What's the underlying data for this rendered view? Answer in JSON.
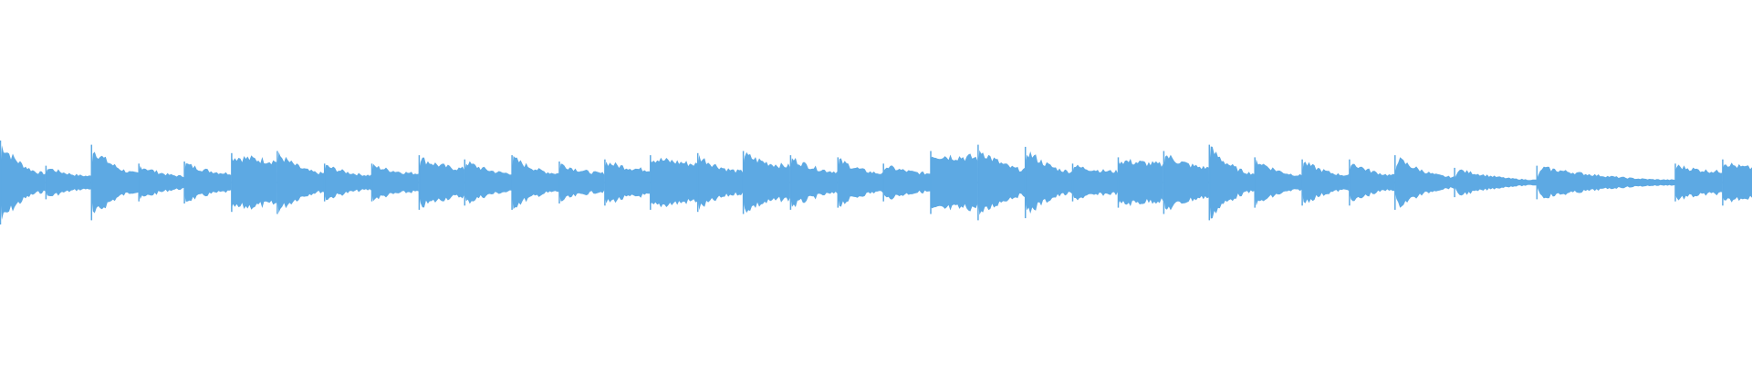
{
  "waveform": {
    "color": "#5DA9E3",
    "background": "#FFFFFF",
    "duration_fraction_shown": 1.0,
    "segments": [
      {
        "start": 0.0,
        "end": 0.026,
        "peak": 0.4,
        "tail": 0.1,
        "shape": "decay"
      },
      {
        "start": 0.026,
        "end": 0.052,
        "peak": 0.16,
        "tail": 0.07,
        "shape": "decay"
      },
      {
        "start": 0.052,
        "end": 0.079,
        "peak": 0.36,
        "tail": 0.1,
        "shape": "decay"
      },
      {
        "start": 0.079,
        "end": 0.105,
        "peak": 0.18,
        "tail": 0.07,
        "shape": "decay"
      },
      {
        "start": 0.105,
        "end": 0.132,
        "peak": 0.2,
        "tail": 0.1,
        "shape": "decay"
      },
      {
        "start": 0.132,
        "end": 0.158,
        "peak": 0.28,
        "tail": 0.22,
        "shape": "dense"
      },
      {
        "start": 0.158,
        "end": 0.185,
        "peak": 0.3,
        "tail": 0.1,
        "shape": "decay"
      },
      {
        "start": 0.185,
        "end": 0.212,
        "peak": 0.18,
        "tail": 0.08,
        "shape": "decay"
      },
      {
        "start": 0.212,
        "end": 0.239,
        "peak": 0.18,
        "tail": 0.1,
        "shape": "decay"
      },
      {
        "start": 0.239,
        "end": 0.265,
        "peak": 0.26,
        "tail": 0.15,
        "shape": "decay"
      },
      {
        "start": 0.265,
        "end": 0.292,
        "peak": 0.22,
        "tail": 0.1,
        "shape": "decay"
      },
      {
        "start": 0.292,
        "end": 0.319,
        "peak": 0.26,
        "tail": 0.1,
        "shape": "decay"
      },
      {
        "start": 0.319,
        "end": 0.345,
        "peak": 0.2,
        "tail": 0.1,
        "shape": "decay"
      },
      {
        "start": 0.345,
        "end": 0.371,
        "peak": 0.22,
        "tail": 0.14,
        "shape": "decay"
      },
      {
        "start": 0.371,
        "end": 0.398,
        "peak": 0.26,
        "tail": 0.18,
        "shape": "dense"
      },
      {
        "start": 0.398,
        "end": 0.424,
        "peak": 0.28,
        "tail": 0.12,
        "shape": "decay"
      },
      {
        "start": 0.424,
        "end": 0.451,
        "peak": 0.3,
        "tail": 0.18,
        "shape": "decay"
      },
      {
        "start": 0.451,
        "end": 0.478,
        "peak": 0.26,
        "tail": 0.12,
        "shape": "decay"
      },
      {
        "start": 0.478,
        "end": 0.504,
        "peak": 0.24,
        "tail": 0.1,
        "shape": "decay"
      },
      {
        "start": 0.504,
        "end": 0.531,
        "peak": 0.18,
        "tail": 0.1,
        "shape": "decay"
      },
      {
        "start": 0.531,
        "end": 0.558,
        "peak": 0.3,
        "tail": 0.26,
        "shape": "dense"
      },
      {
        "start": 0.558,
        "end": 0.585,
        "peak": 0.36,
        "tail": 0.14,
        "shape": "decay"
      },
      {
        "start": 0.585,
        "end": 0.612,
        "peak": 0.34,
        "tail": 0.12,
        "shape": "decay"
      },
      {
        "start": 0.612,
        "end": 0.638,
        "peak": 0.18,
        "tail": 0.12,
        "shape": "decay"
      },
      {
        "start": 0.638,
        "end": 0.664,
        "peak": 0.24,
        "tail": 0.18,
        "shape": "dense"
      },
      {
        "start": 0.664,
        "end": 0.69,
        "peak": 0.3,
        "tail": 0.16,
        "shape": "decay"
      },
      {
        "start": 0.69,
        "end": 0.716,
        "peak": 0.36,
        "tail": 0.1,
        "shape": "decay"
      },
      {
        "start": 0.716,
        "end": 0.743,
        "peak": 0.24,
        "tail": 0.08,
        "shape": "decay"
      },
      {
        "start": 0.743,
        "end": 0.77,
        "peak": 0.22,
        "tail": 0.08,
        "shape": "decay"
      },
      {
        "start": 0.77,
        "end": 0.796,
        "peak": 0.22,
        "tail": 0.08,
        "shape": "decay"
      },
      {
        "start": 0.796,
        "end": 0.83,
        "peak": 0.26,
        "tail": 0.06,
        "shape": "decay"
      },
      {
        "start": 0.83,
        "end": 0.877,
        "peak": 0.14,
        "tail": 0.03,
        "shape": "decay"
      },
      {
        "start": 0.877,
        "end": 0.956,
        "peak": 0.16,
        "tail": 0.03,
        "shape": "decay"
      },
      {
        "start": 0.956,
        "end": 0.983,
        "peak": 0.18,
        "tail": 0.12,
        "shape": "decay"
      },
      {
        "start": 0.983,
        "end": 1.0,
        "peak": 0.22,
        "tail": 0.16,
        "shape": "decay"
      }
    ]
  }
}
